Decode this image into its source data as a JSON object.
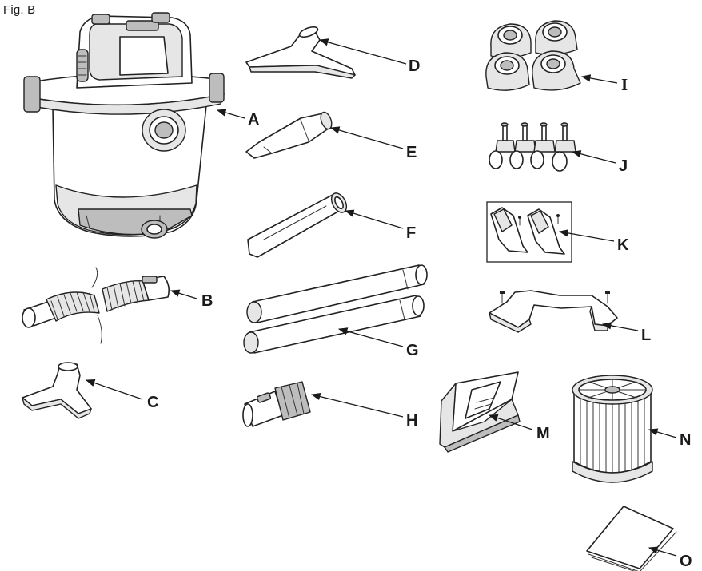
{
  "figure": {
    "title": "Fig. B"
  },
  "parts": [
    {
      "id": "A",
      "label": "A",
      "icon": "shop-vacuum-icon"
    },
    {
      "id": "B",
      "label": "B",
      "icon": "hose-icon"
    },
    {
      "id": "C",
      "label": "C",
      "icon": "utility-nozzle-icon"
    },
    {
      "id": "D",
      "label": "D",
      "icon": "floor-nozzle-icon"
    },
    {
      "id": "E",
      "label": "E",
      "icon": "car-nozzle-icon"
    },
    {
      "id": "F",
      "label": "F",
      "icon": "crevice-tool-icon"
    },
    {
      "id": "G",
      "label": "G",
      "icon": "extension-wands-icon"
    },
    {
      "id": "H",
      "label": "H",
      "icon": "adapter-icon"
    },
    {
      "id": "I",
      "label": "I",
      "icon": "caster-feet-icon"
    },
    {
      "id": "J",
      "label": "J",
      "icon": "casters-icon"
    },
    {
      "id": "K",
      "label": "K",
      "icon": "accessory-clips-icon"
    },
    {
      "id": "L",
      "label": "L",
      "icon": "handle-icon"
    },
    {
      "id": "M",
      "label": "M",
      "icon": "accessory-holder-icon"
    },
    {
      "id": "N",
      "label": "N",
      "icon": "cartridge-filter-icon"
    },
    {
      "id": "O",
      "label": "O",
      "icon": "manual-icon"
    }
  ]
}
